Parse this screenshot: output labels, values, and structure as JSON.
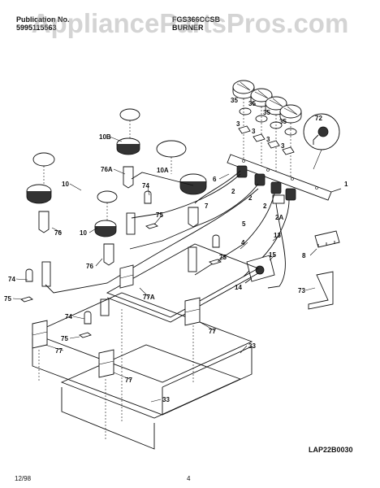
{
  "header": {
    "publication_label": "Publication No.",
    "publication_number": "5995115563",
    "model": "FGS366CCSB",
    "section": "BURNER"
  },
  "watermark": "AppliancePartsPros.com",
  "diagram_code": "LAP22B0030",
  "footer": {
    "date": "12/98",
    "page": "4"
  },
  "part_labels": [
    "35",
    "35",
    "35",
    "35",
    "72",
    "3",
    "3",
    "3",
    "3",
    "1",
    "10B",
    "10A",
    "76A",
    "6",
    "2",
    "2",
    "2",
    "2A",
    "5",
    "7",
    "10",
    "74",
    "75",
    "76",
    "10",
    "76",
    "4",
    "13",
    "8",
    "15",
    "75",
    "14",
    "74",
    "75",
    "77A",
    "73",
    "74",
    "75",
    "77",
    "77",
    "33",
    "77",
    "33"
  ]
}
